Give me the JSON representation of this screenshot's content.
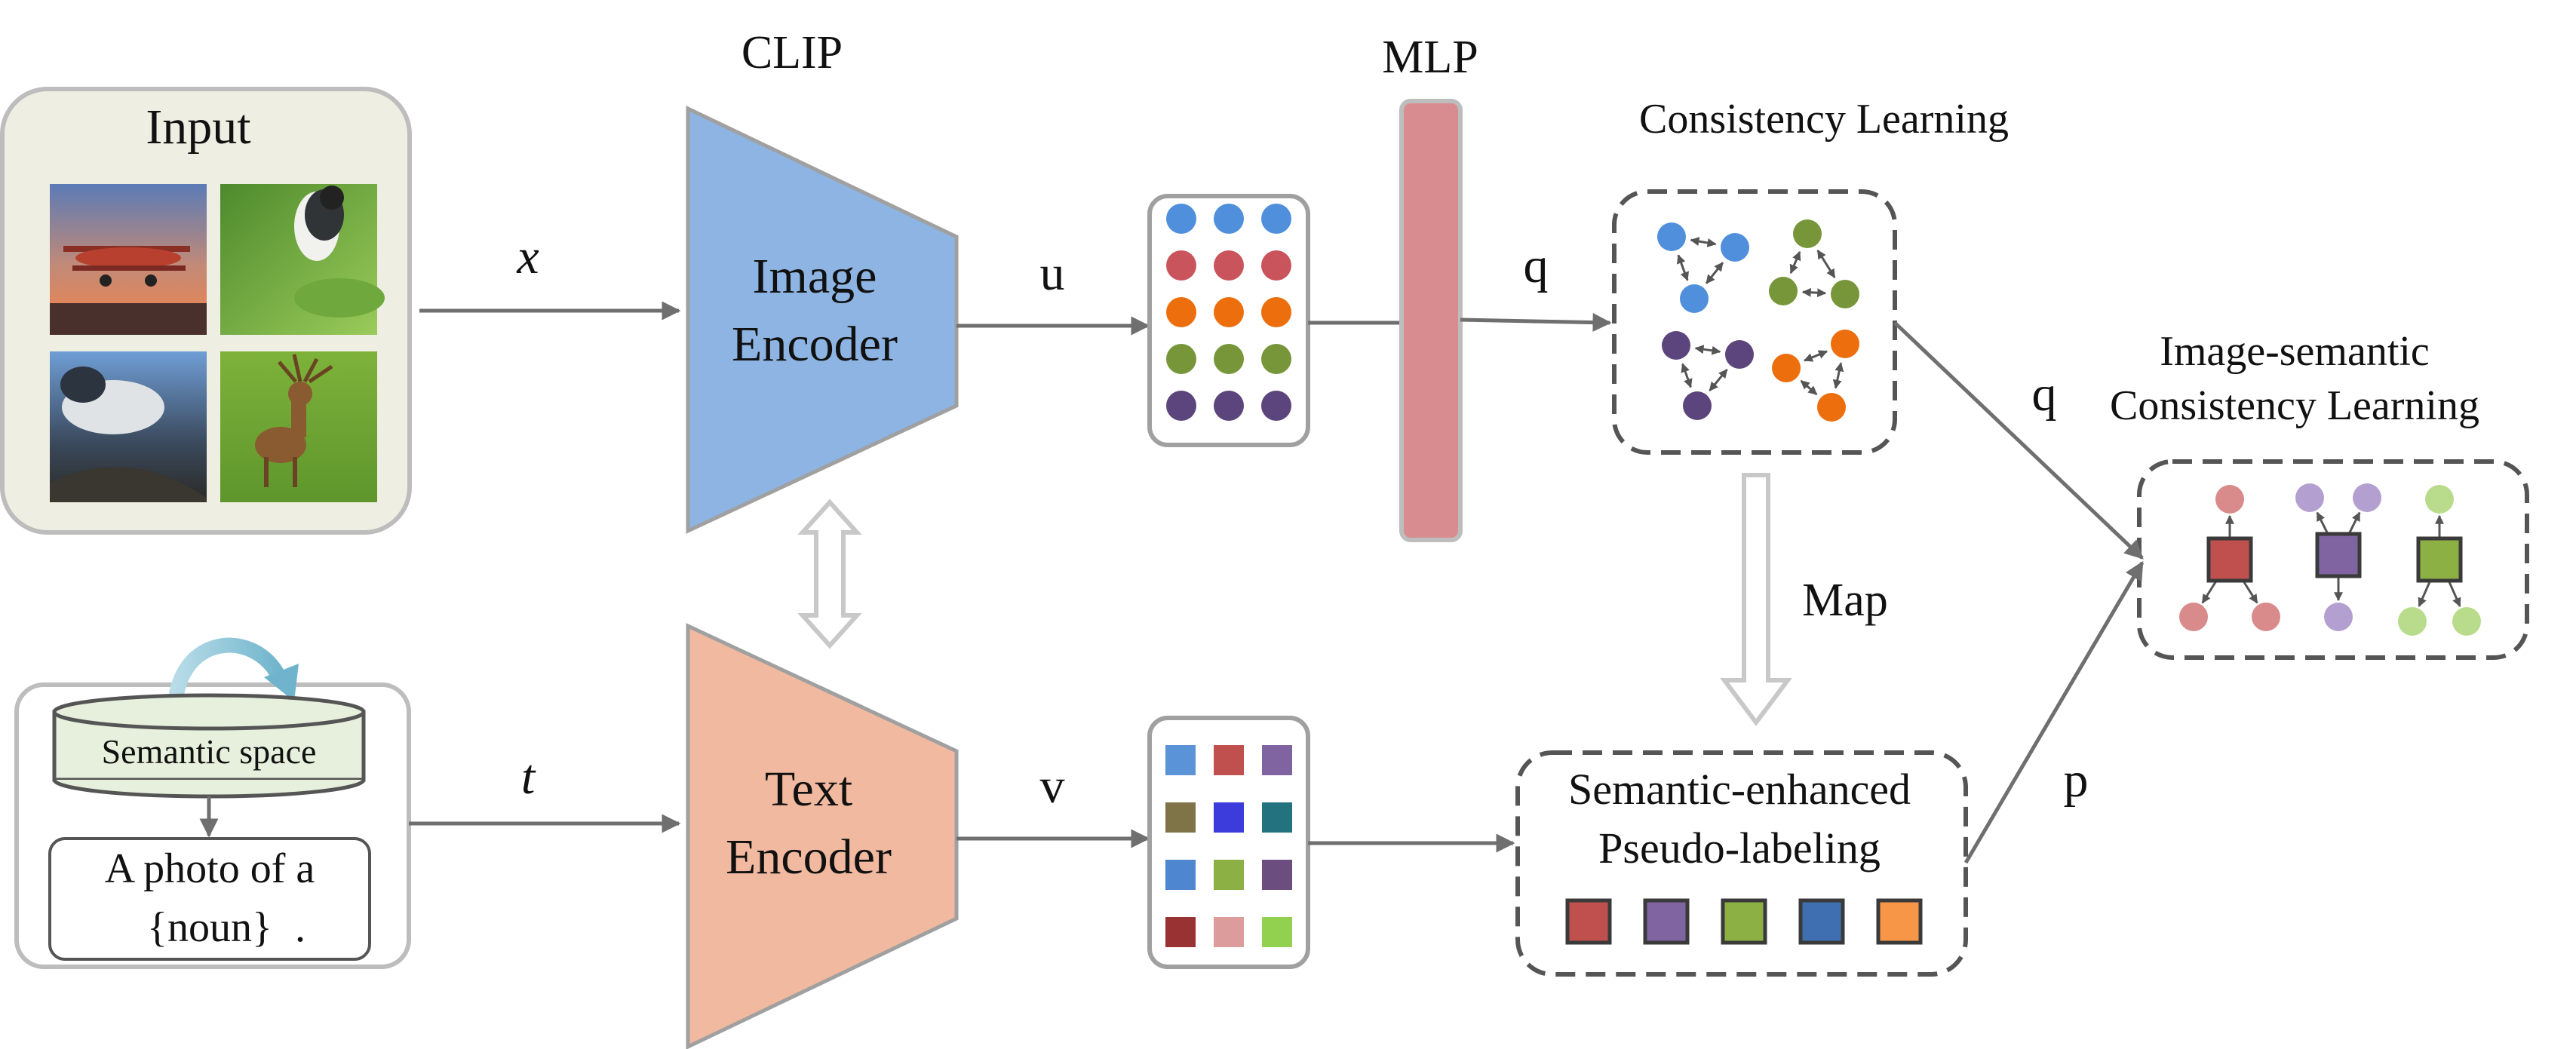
{
  "labels": {
    "input": "Input",
    "clip": "CLIP",
    "mlp": "MLP",
    "consistency_learning": "Consistency Learning",
    "image_semantic_line1": "Image-semantic",
    "image_semantic_line2": "Consistency Learning",
    "image_encoder_line1": "Image",
    "image_encoder_line2": "Encoder",
    "text_encoder_line1": "Text",
    "text_encoder_line2": "Encoder",
    "semantic_space": "Semantic space",
    "prompt_line1": "A photo of a",
    "prompt_noun": "{noun}",
    "prompt_period": ".",
    "map": "Map",
    "pseudo_line1": "Semantic-enhanced",
    "pseudo_line2": "Pseudo-labeling"
  },
  "variables": {
    "x": "x",
    "t": "t",
    "u": "u",
    "v": "v",
    "q_top": "q",
    "q_right": "q",
    "p": "p"
  },
  "input_images": [
    "airplane",
    "bird",
    "bird",
    "deer"
  ],
  "colors": {
    "image_encoder": "#8db4e2",
    "text_encoder": "#f0b9a0",
    "mlp": "#d98c8f",
    "input_panel": "#efeee2",
    "semantic_space_fill": "#e7f0dc",
    "noun": "#e46c0a",
    "prompt_text": "#8a8a8a",
    "row_blue": "#4f8fdc",
    "row_red": "#c9545c",
    "row_orange": "#ec6e0c",
    "row_green": "#77963a",
    "row_purple": "#5c447c"
  },
  "image_embedding_rows": [
    "#4f8fdc",
    "#c9545c",
    "#ec6e0c",
    "#77963a",
    "#5c447c"
  ],
  "text_embedding_grid": [
    [
      "#5b93d9",
      "#c0504d",
      "#8064a2"
    ],
    [
      "#7f7447",
      "#3c3cdc",
      "#22737f"
    ],
    [
      "#4f86d0",
      "#8db044",
      "#6b4d80"
    ],
    [
      "#993333",
      "#dc9c9c",
      "#92d050"
    ]
  ],
  "pseudo_label_colors": [
    "#c0504d",
    "#8064a2",
    "#8db044",
    "#3f6fb0",
    "#f79646"
  ],
  "clusters": {
    "blue": "#4f8fdc",
    "green": "#77963a",
    "purple": "#5c447c",
    "orange": "#ec6e0c"
  },
  "semantic_groups": [
    {
      "center": "#c0504d",
      "nodes": "#d98a8a"
    },
    {
      "center": "#8064a2",
      "nodes": "#b4a0d0"
    },
    {
      "center": "#8db044",
      "nodes": "#b8dc8c"
    }
  ]
}
